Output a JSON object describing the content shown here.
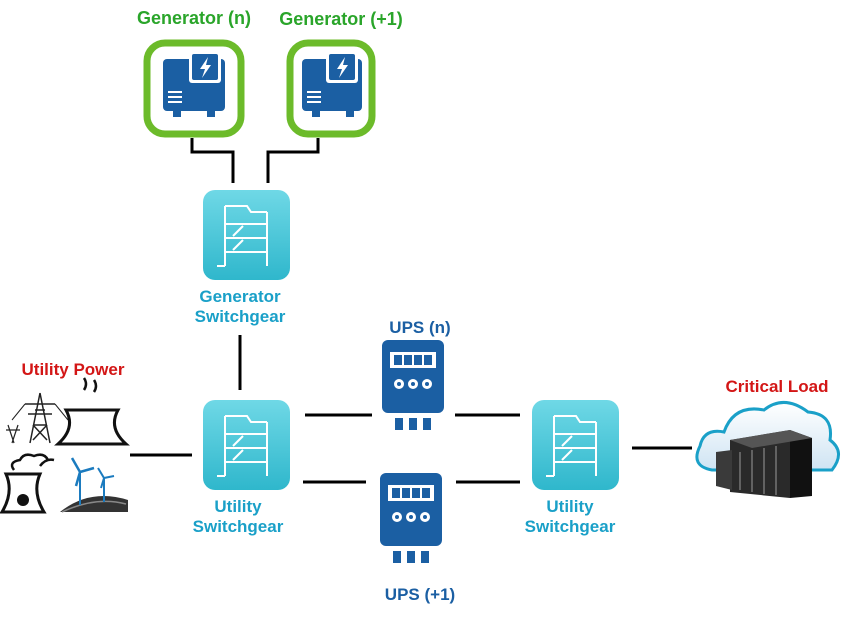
{
  "diagram": {
    "generator_n": "Generator (n)",
    "generator_plus1": "Generator (+1)",
    "generator_switchgear": [
      "Generator",
      "Switchgear"
    ],
    "utility_switchgear_left": [
      "Utility",
      "Switchgear"
    ],
    "utility_switchgear_right": [
      "Utility",
      "Switchgear"
    ],
    "ups_n": "UPS (n)",
    "ups_plus1": "UPS (+1)",
    "utility_power": "Utility Power",
    "critical_load": "Critical Load"
  },
  "colors": {
    "generator_label": "#2aa52a",
    "generator_frame": "#6cbb2a",
    "switchgear_box": "#3fc4d6",
    "switchgear_label": "#1aa0c8",
    "ups_body": "#1b5fa3",
    "utility_power_label": "#d31616",
    "critical_load_label": "#d31616",
    "connector_line": "#000000"
  },
  "icons": [
    "generator-icon",
    "switchgear-icon",
    "ups-icon",
    "power-plant-icons",
    "datacenter-cloud-icon"
  ]
}
